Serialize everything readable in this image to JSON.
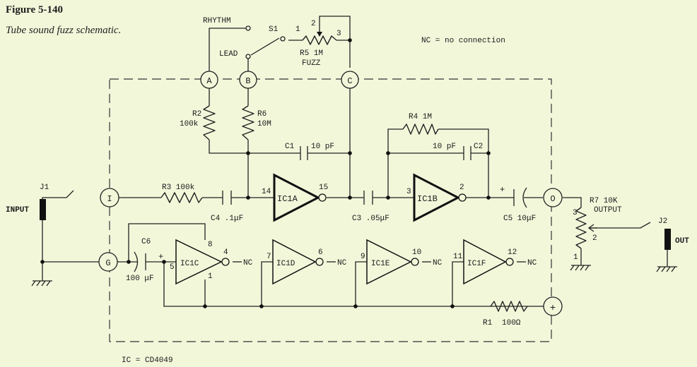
{
  "figure": {
    "title": "Figure 5-140",
    "caption": "Tube sound fuzz schematic."
  },
  "notes": {
    "nc": "NC = no connection",
    "ic": "IC = CD4049"
  },
  "switch": {
    "ref": "S1",
    "rhythm": "RHYTHM",
    "lead": "LEAD",
    "pin1": "1",
    "pin2": "2",
    "pin3": "3"
  },
  "terminals": {
    "a": "A",
    "b": "B",
    "c": "C",
    "i": "I",
    "g": "G",
    "o": "O",
    "plus": "+"
  },
  "resistors": {
    "r5_ref": "R5 1M",
    "r5_name": "FUZZ",
    "r2_ref": "R2",
    "r2_val": "100k",
    "r6_ref": "R6",
    "r6_val": "10M",
    "r3": "R3 100k",
    "r4": "R4 1M",
    "r1_ref": "R1",
    "r1_val": "100Ω",
    "r7_ref": "R7 10K",
    "r7_name": "OUTPUT",
    "r7_pin1": "1",
    "r7_pin2": "2",
    "r7_pin3": "3"
  },
  "capacitors": {
    "c1_ref": "C1",
    "c1_val": "10 pF",
    "c2_ref": "C2",
    "c2_val": "10 pF",
    "c3": "C3 .05μF",
    "c4": "C4 .1μF",
    "c5": "C5 10μF",
    "c6_ref": "C6",
    "c6_val": "100 μF",
    "c6_pol": "+",
    "c5_pol": "+"
  },
  "jacks": {
    "j1": "J1",
    "j1_label": "INPUT",
    "j2": "J2",
    "j2_label": "OUT"
  },
  "ics": {
    "ic1a": {
      "name": "IC1A",
      "in": "14",
      "out": "15"
    },
    "ic1b": {
      "name": "IC1B",
      "in": "3",
      "out": "2"
    },
    "ic1c": {
      "name": "IC1C",
      "in": "5",
      "out": "4",
      "vdd": "8",
      "vss": "1",
      "nc": "NC"
    },
    "ic1d": {
      "name": "IC1D",
      "in": "7",
      "out": "6",
      "nc": "NC"
    },
    "ic1e": {
      "name": "IC1E",
      "in": "9",
      "out": "10",
      "nc": "NC"
    },
    "ic1f": {
      "name": "IC1F",
      "in": "11",
      "out": "12",
      "nc": "NC"
    }
  }
}
